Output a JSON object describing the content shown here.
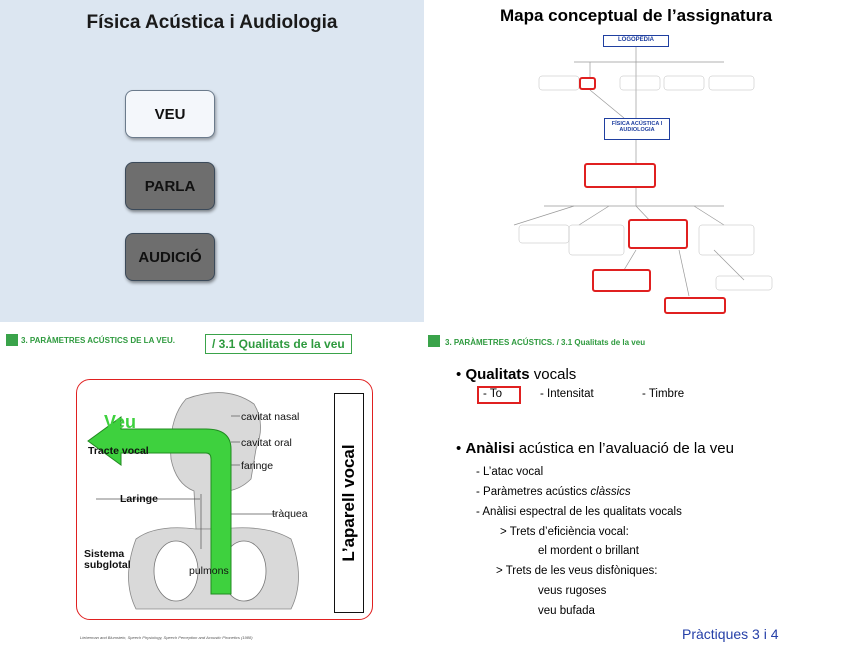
{
  "slide1": {
    "title": "Física Acústica i Audiologia",
    "buttons": [
      "VEU",
      "PARLA",
      "AUDICIÓ"
    ]
  },
  "slide2": {
    "title": "Mapa conceptual de l’assignatura",
    "top_node": "LOGOPÈDIA",
    "center_node": "FÍSICA ACÚSTICA I AUDIOLOGIA",
    "colors": {
      "highlight": "#e02020",
      "node_blue": "#1f3fa0"
    }
  },
  "slide3": {
    "header": "3. PARÀMETRES ACÚSTICS DE LA VEU.",
    "subheader": "/ 3.1 Qualitats de la veu",
    "arrow_label": "Veu",
    "labels_left": [
      "Tracte vocal",
      "Laringe",
      "Sistema",
      "subglotal"
    ],
    "labels_right": [
      "cavitat nasal",
      "cavitat oral",
      "faringe",
      "tràquea",
      "pulmons"
    ],
    "side_title": "L’aparell vocal",
    "caption": "Lieberman and Blumstein, Speech Physiology, Speech Perception and Acoustic Phonetics (1988)",
    "colors": {
      "arrow": "#3ed13e",
      "frame": "#e02020"
    }
  },
  "slide4": {
    "header_a": "3. PARÀMETRES ACÚSTICS.",
    "header_b": "/",
    "header_c": "3.1 Qualitats de la veu",
    "b1_bold": "Qualitats",
    "b1_rest": " vocals",
    "qualities": [
      "- To",
      "- Intensitat",
      "- Timbre"
    ],
    "b2_bold": "Anàlisi",
    "b2_rest": " acústica en l’avaluació de la veu",
    "items": [
      "- L’atac vocal",
      "- Paràmetres acústics ",
      "clàssics",
      "- Anàlisi espectral de les qualitats vocals"
    ],
    "sub1": "> Trets d’eficiència vocal:",
    "sub1_item": "el mordent o brillant",
    "sub2": "> Trets de les veus disfòniques:",
    "sub2_items": [
      "veus rugoses",
      "veu bufada"
    ],
    "footer": "Pràctiques 3 i 4"
  }
}
